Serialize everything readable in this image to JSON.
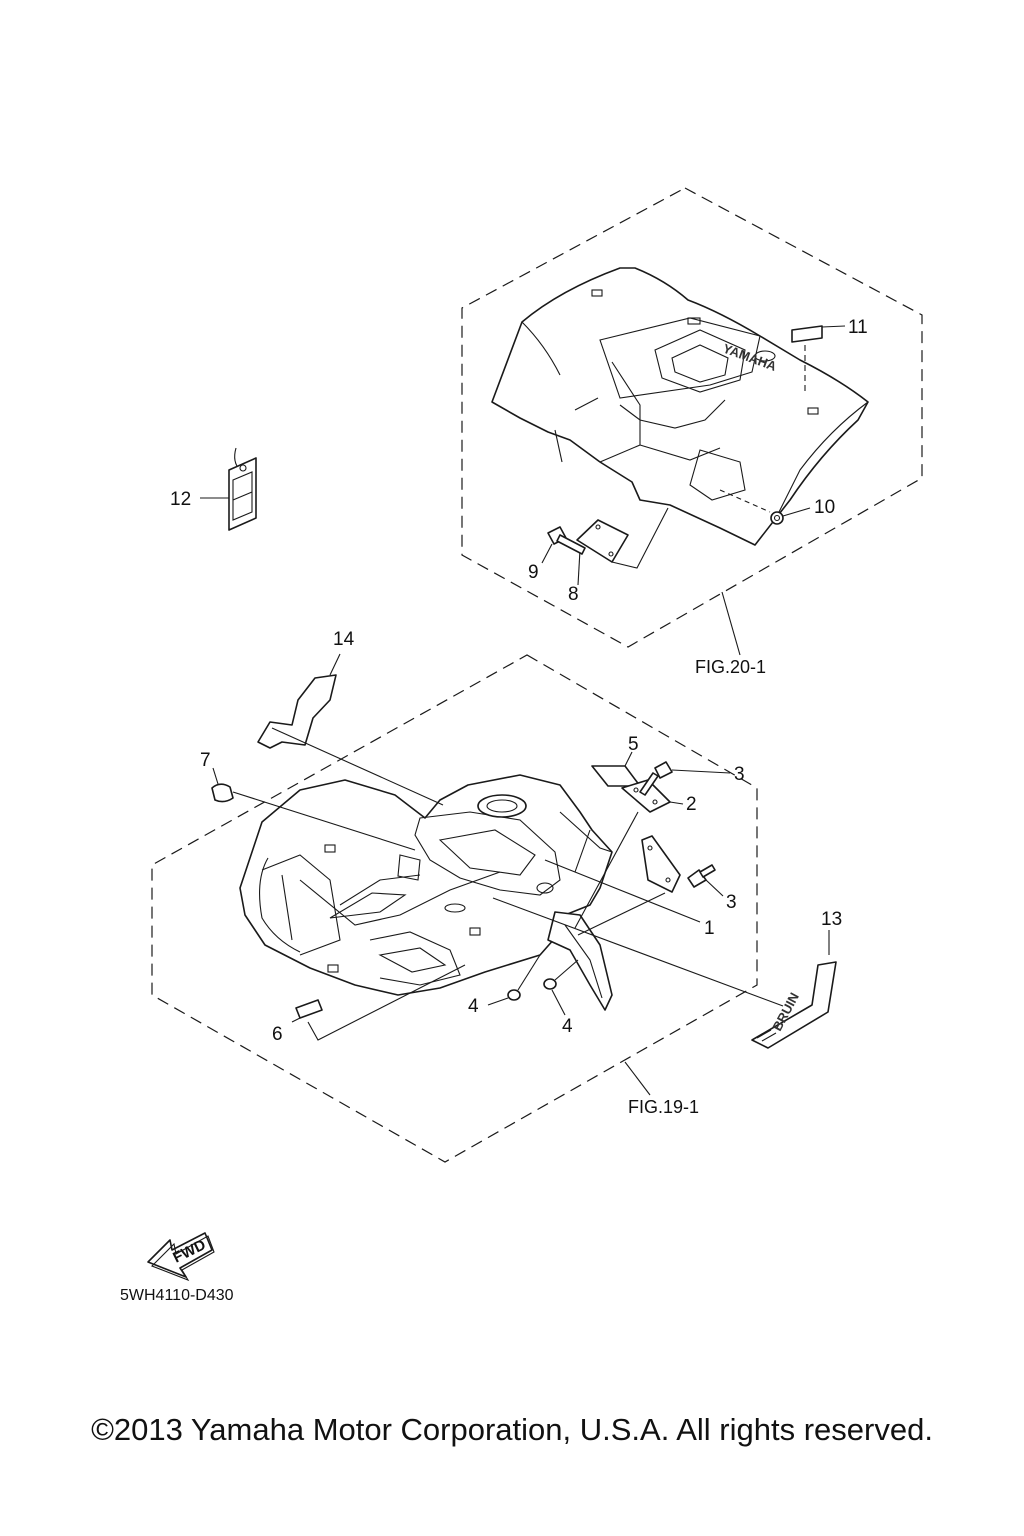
{
  "diagram": {
    "callouts": {
      "c1": "1",
      "c2": "2",
      "c3a": "3",
      "c3b": "3",
      "c4a": "4",
      "c4b": "4",
      "c5": "5",
      "c6": "6",
      "c7": "7",
      "c8": "8",
      "c9": "9",
      "c10": "10",
      "c11": "11",
      "c12": "12",
      "c13": "13",
      "c14": "14"
    },
    "fig_refs": {
      "front": "FIG.19-1",
      "rear": "FIG.20-1"
    },
    "drawing_code": "5WH4110-D430",
    "fwd_label": "FWD",
    "decal_text": "BRUIN",
    "copyright": "©2013 Yamaha Motor Corporation, U.S.A. All rights reserved."
  }
}
